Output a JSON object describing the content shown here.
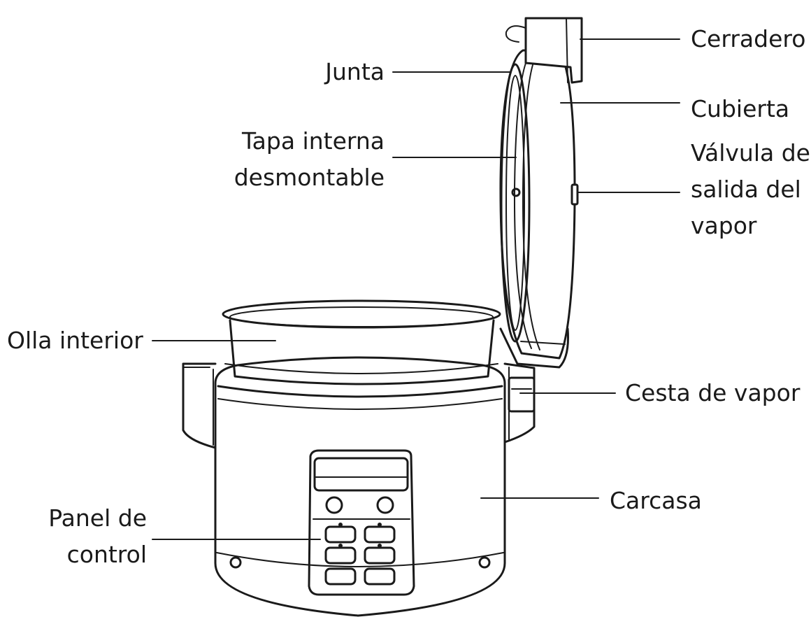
{
  "labels": {
    "cerradero": [
      "Cerradero"
    ],
    "junta": [
      "Junta"
    ],
    "cubierta": [
      "Cubierta"
    ],
    "tapa_interna": [
      "Tapa interna",
      "desmontable"
    ],
    "valvula": [
      "Válvula de",
      "salida del",
      "vapor"
    ],
    "olla_interior": [
      "Olla interior"
    ],
    "cesta_vapor": [
      "Cesta de vapor"
    ],
    "carcasa": [
      "Carcasa"
    ],
    "panel_control": [
      "Panel de",
      "control"
    ]
  },
  "colors": {
    "ink": "#1a1a1a",
    "background": "#ffffff"
  }
}
